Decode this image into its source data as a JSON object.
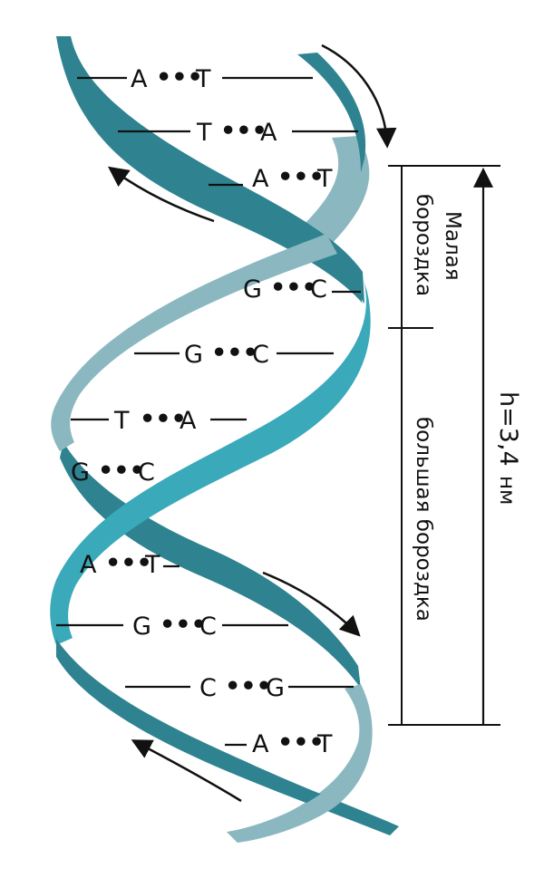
{
  "labels": {
    "minor_groove": [
      "Малая",
      "бороздка"
    ],
    "major_groove": "большая бороздка",
    "pitch": "h=3,4",
    "pitch_unit": "нм"
  },
  "base_pairs": [
    {
      "left": "A",
      "dots": "•••",
      "right": "T"
    },
    {
      "left": "T",
      "dots": "•••",
      "right": "A"
    },
    {
      "left": "A",
      "dots": "•••",
      "right": "T"
    },
    {
      "left": "G",
      "dots": "•••",
      "right": "C"
    },
    {
      "left": "G",
      "dots": "•••",
      "right": "C"
    },
    {
      "left": "T",
      "dots": "•••",
      "right": "A"
    },
    {
      "left": "G",
      "dots": "•••",
      "right": "C"
    },
    {
      "left": "A",
      "dots": "•••",
      "right": "T"
    },
    {
      "left": "G",
      "dots": "•••",
      "right": "C"
    },
    {
      "left": "C",
      "dots": "•••",
      "right": "G"
    },
    {
      "left": "A",
      "dots": "•••",
      "right": "T"
    }
  ],
  "colors": {
    "strand_dark": "#2f8391",
    "strand_teal": "#3aa9ba",
    "strand_light": "#8bb8c0",
    "line": "#111111"
  }
}
